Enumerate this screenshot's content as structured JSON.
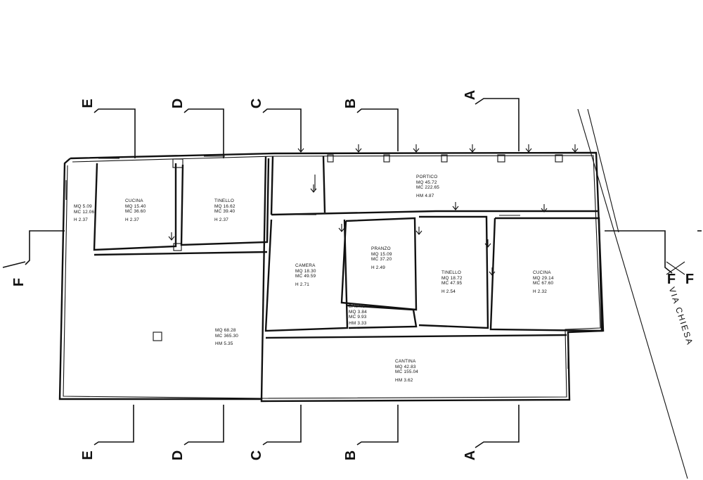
{
  "rooms": {
    "cucina_left": {
      "name": "CUCINA",
      "mq": "MQ 15.40",
      "mc": "MC 36.60",
      "h": "H 2.37"
    },
    "small_left": {
      "name": "",
      "mq": "MQ 5.09",
      "mc": "MC 12.06",
      "h": "H 2.37"
    },
    "tinello_left": {
      "name": "TINELLO",
      "mq": "MQ 16.62",
      "mc": "MC 39.40",
      "h": "H 2.37"
    },
    "portico": {
      "name": "PORTICO",
      "mq": "MQ 45.72",
      "mc": "MC 222.65",
      "h": "HM 4.87"
    },
    "camera": {
      "name": "CAMERA",
      "mq": "MQ 18.30",
      "mc": "MC 49.59",
      "h": "H 2.71"
    },
    "pranzo": {
      "name": "PRANZO",
      "mq": "MQ 15.09",
      "mc": "MC 37.20",
      "h": "H 2.49"
    },
    "bagno": {
      "name": "BAGNO",
      "mq": "MQ 3.84",
      "mc": "MC 9.93",
      "h": "HM 3.33"
    },
    "tinello_right": {
      "name": "TINELLO",
      "mq": "MQ 18.72",
      "mc": "MC 47.95",
      "h": "H 2.54"
    },
    "cucina_right": {
      "name": "CUCINA",
      "mq": "MQ 29.14",
      "mc": "MC 67.60",
      "h": "H 2.32"
    },
    "big_room": {
      "name": "",
      "mq": "MQ 68.28",
      "mc": "MC 365.30",
      "h": "HM 5.35"
    },
    "cantina": {
      "name": "CANTINA",
      "mq": "MQ 42.83",
      "mc": "MC 155.04",
      "h": "HM 3.62"
    }
  },
  "sections": {
    "top": [
      "E",
      "D",
      "C",
      "B",
      "A"
    ],
    "bottom": [
      "E",
      "D",
      "C",
      "B",
      "A"
    ],
    "left": "F",
    "right": [
      "F",
      "F"
    ]
  },
  "street": "VIA CHIESA"
}
